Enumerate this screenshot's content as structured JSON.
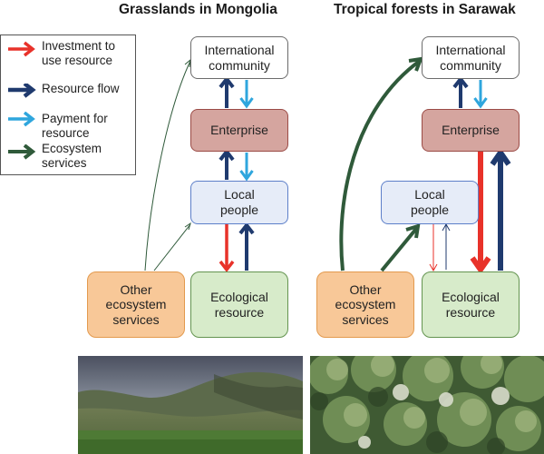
{
  "titles": {
    "left": "Grasslands in Mongolia",
    "right": "Tropical forests in Sarawak"
  },
  "legend": [
    {
      "label": "Investment to\nuse resource",
      "icon": "red-arrow-icon",
      "color": "#e8322a"
    },
    {
      "label": "Resource flow",
      "icon": "navy-arrow-icon",
      "color": "#1f3a6e"
    },
    {
      "label": "Payment for\nresource",
      "icon": "light-blue-arrow-icon",
      "color": "#2fa6dd"
    },
    {
      "label": "Ecosystem\nservices",
      "icon": "dark-green-arrow-icon",
      "color": "#2f5a3a"
    }
  ],
  "left_nodes": {
    "international": "International\ncommunity",
    "enterprise": "Enterprise",
    "local": "Local\npeople",
    "other": "Other\necosystem\nservices",
    "ecological": "Ecological\nresource"
  },
  "right_nodes": {
    "international": "International\ncommunity",
    "enterprise": "Enterprise",
    "local": "Local\npeople",
    "other": "Other\necosystem\nservices",
    "ecological": "Ecological\nresource"
  },
  "colors": {
    "investment": "#e8322a",
    "resource_flow": "#1f3a6e",
    "payment": "#2fa6dd",
    "ecosystem": "#2f5a3a"
  },
  "photos": {
    "left": "grassland-photo",
    "right": "forest-canopy-photo"
  }
}
